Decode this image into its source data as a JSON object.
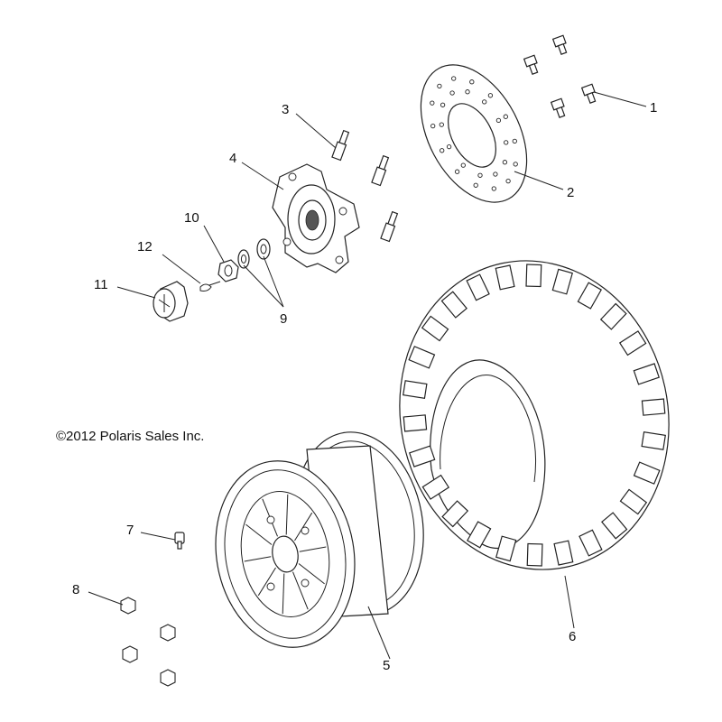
{
  "copyright": "©2012 Polaris Sales Inc.",
  "callouts": [
    {
      "label": "1"
    },
    {
      "label": "2"
    },
    {
      "label": "3"
    },
    {
      "label": "4"
    },
    {
      "label": "5"
    },
    {
      "label": "6"
    },
    {
      "label": "7"
    },
    {
      "label": "8"
    },
    {
      "label": "9"
    },
    {
      "label": "10"
    },
    {
      "label": "11"
    },
    {
      "label": "12"
    }
  ],
  "colors": {
    "line": "#222222",
    "background": "#ffffff"
  }
}
